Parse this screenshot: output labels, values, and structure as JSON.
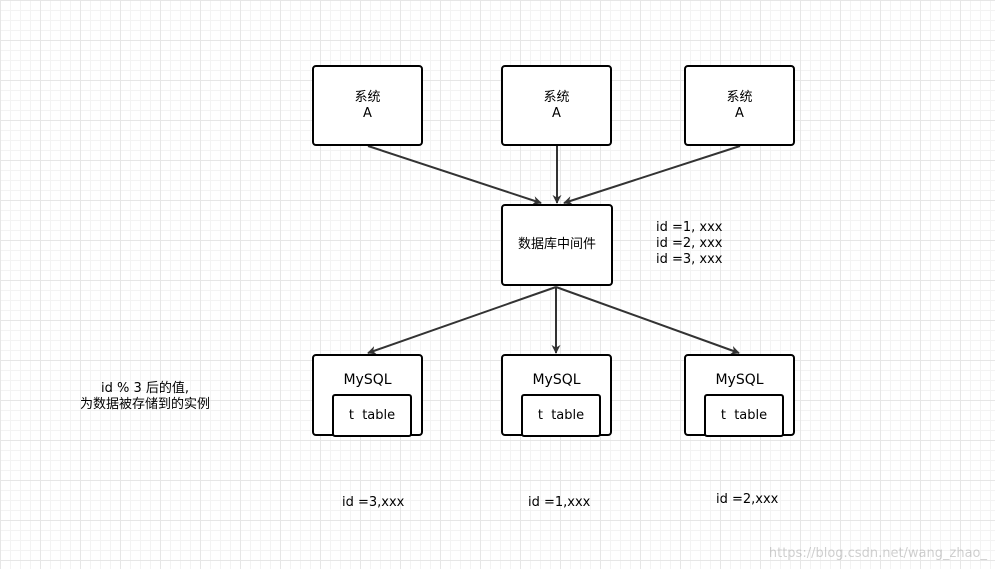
{
  "systems": [
    {
      "line1": "系统",
      "line2": "A"
    },
    {
      "line1": "系统",
      "line2": "A"
    },
    {
      "line1": "系统",
      "line2": "A"
    }
  ],
  "middleware": {
    "label": "数据库中间件"
  },
  "id_list": [
    "id =1, xxx",
    "id =2, xxx",
    "id =3, xxx"
  ],
  "databases": [
    {
      "title": "MySQL",
      "table": "t  table",
      "caption": "id =3,xxx"
    },
    {
      "title": "MySQL",
      "table": "t  table",
      "caption": "id =1,xxx"
    },
    {
      "title": "MySQL",
      "table": "t  table",
      "caption": "id =2,xxx"
    }
  ],
  "note": {
    "line1": "id % 3 后的值,",
    "line2": "为数据被存储到的实例"
  },
  "watermark": "https://blog.csdn.net/wang_zhao_",
  "colors": {
    "stroke": "#000000",
    "edge": "#333333",
    "grid": "#e6e6e6"
  }
}
